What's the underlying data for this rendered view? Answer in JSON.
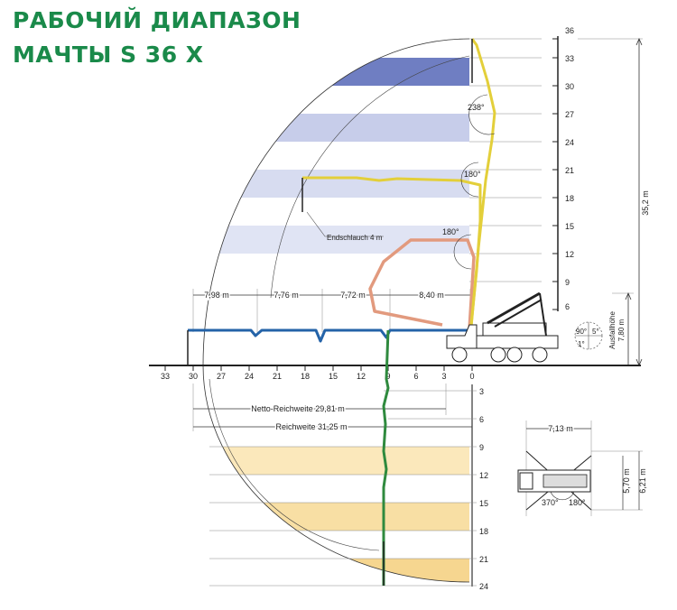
{
  "title": {
    "line1": "РАБОЧИЙ ДИАПАЗОН",
    "line2": "МАЧТЫ S 36 X"
  },
  "colors": {
    "title": "#1a8a4a",
    "band_top_dark": "#6f7ec2",
    "band_top": "#c7cdea",
    "band_top_light": "#e0e4f4",
    "band_bottom": "#f8dfa4",
    "band_bottom_light": "#fdf1d2",
    "boom_blue": "#2463a8",
    "boom_yellow": "#e3cf3a",
    "boom_salmon": "#e29a7e",
    "boom_green": "#2f8a3e"
  },
  "right_scale_top": [
    "36",
    "33",
    "30",
    "27",
    "24",
    "21",
    "18",
    "15",
    "12",
    "9",
    "6"
  ],
  "right_scale_bottom": [
    "3",
    "6",
    "9",
    "12",
    "15",
    "18",
    "21",
    "24"
  ],
  "horizontal_scale": [
    "33",
    "30",
    "27",
    "24",
    "21",
    "18",
    "15",
    "12",
    "9",
    "6",
    "3",
    "0"
  ],
  "angles": {
    "a238": "238°",
    "a180_upper": "180°",
    "a180_lower": "180°",
    "a90": "90°",
    "a5": "5°",
    "a1": "1°"
  },
  "segments": {
    "s1": "7,98 m",
    "s2": "7,76 m",
    "s3": "7,72 m",
    "s4": "8,40 m"
  },
  "labels": {
    "endschlauch": "Endschlauch 4 m",
    "netto": "Netto-Reichweite 29,81 m",
    "reichweite": "Reichweite 31,25 m",
    "height_total": "35,2 m",
    "ausfallhoehe_label": "Ausfallhöhe",
    "ausfallhoehe_value": "7,80 m"
  },
  "outrigger": {
    "width": "7,13 m",
    "front": "5,70 m",
    "rear": "6,21 m",
    "angle_370": "370°",
    "angle_180": "180°"
  }
}
